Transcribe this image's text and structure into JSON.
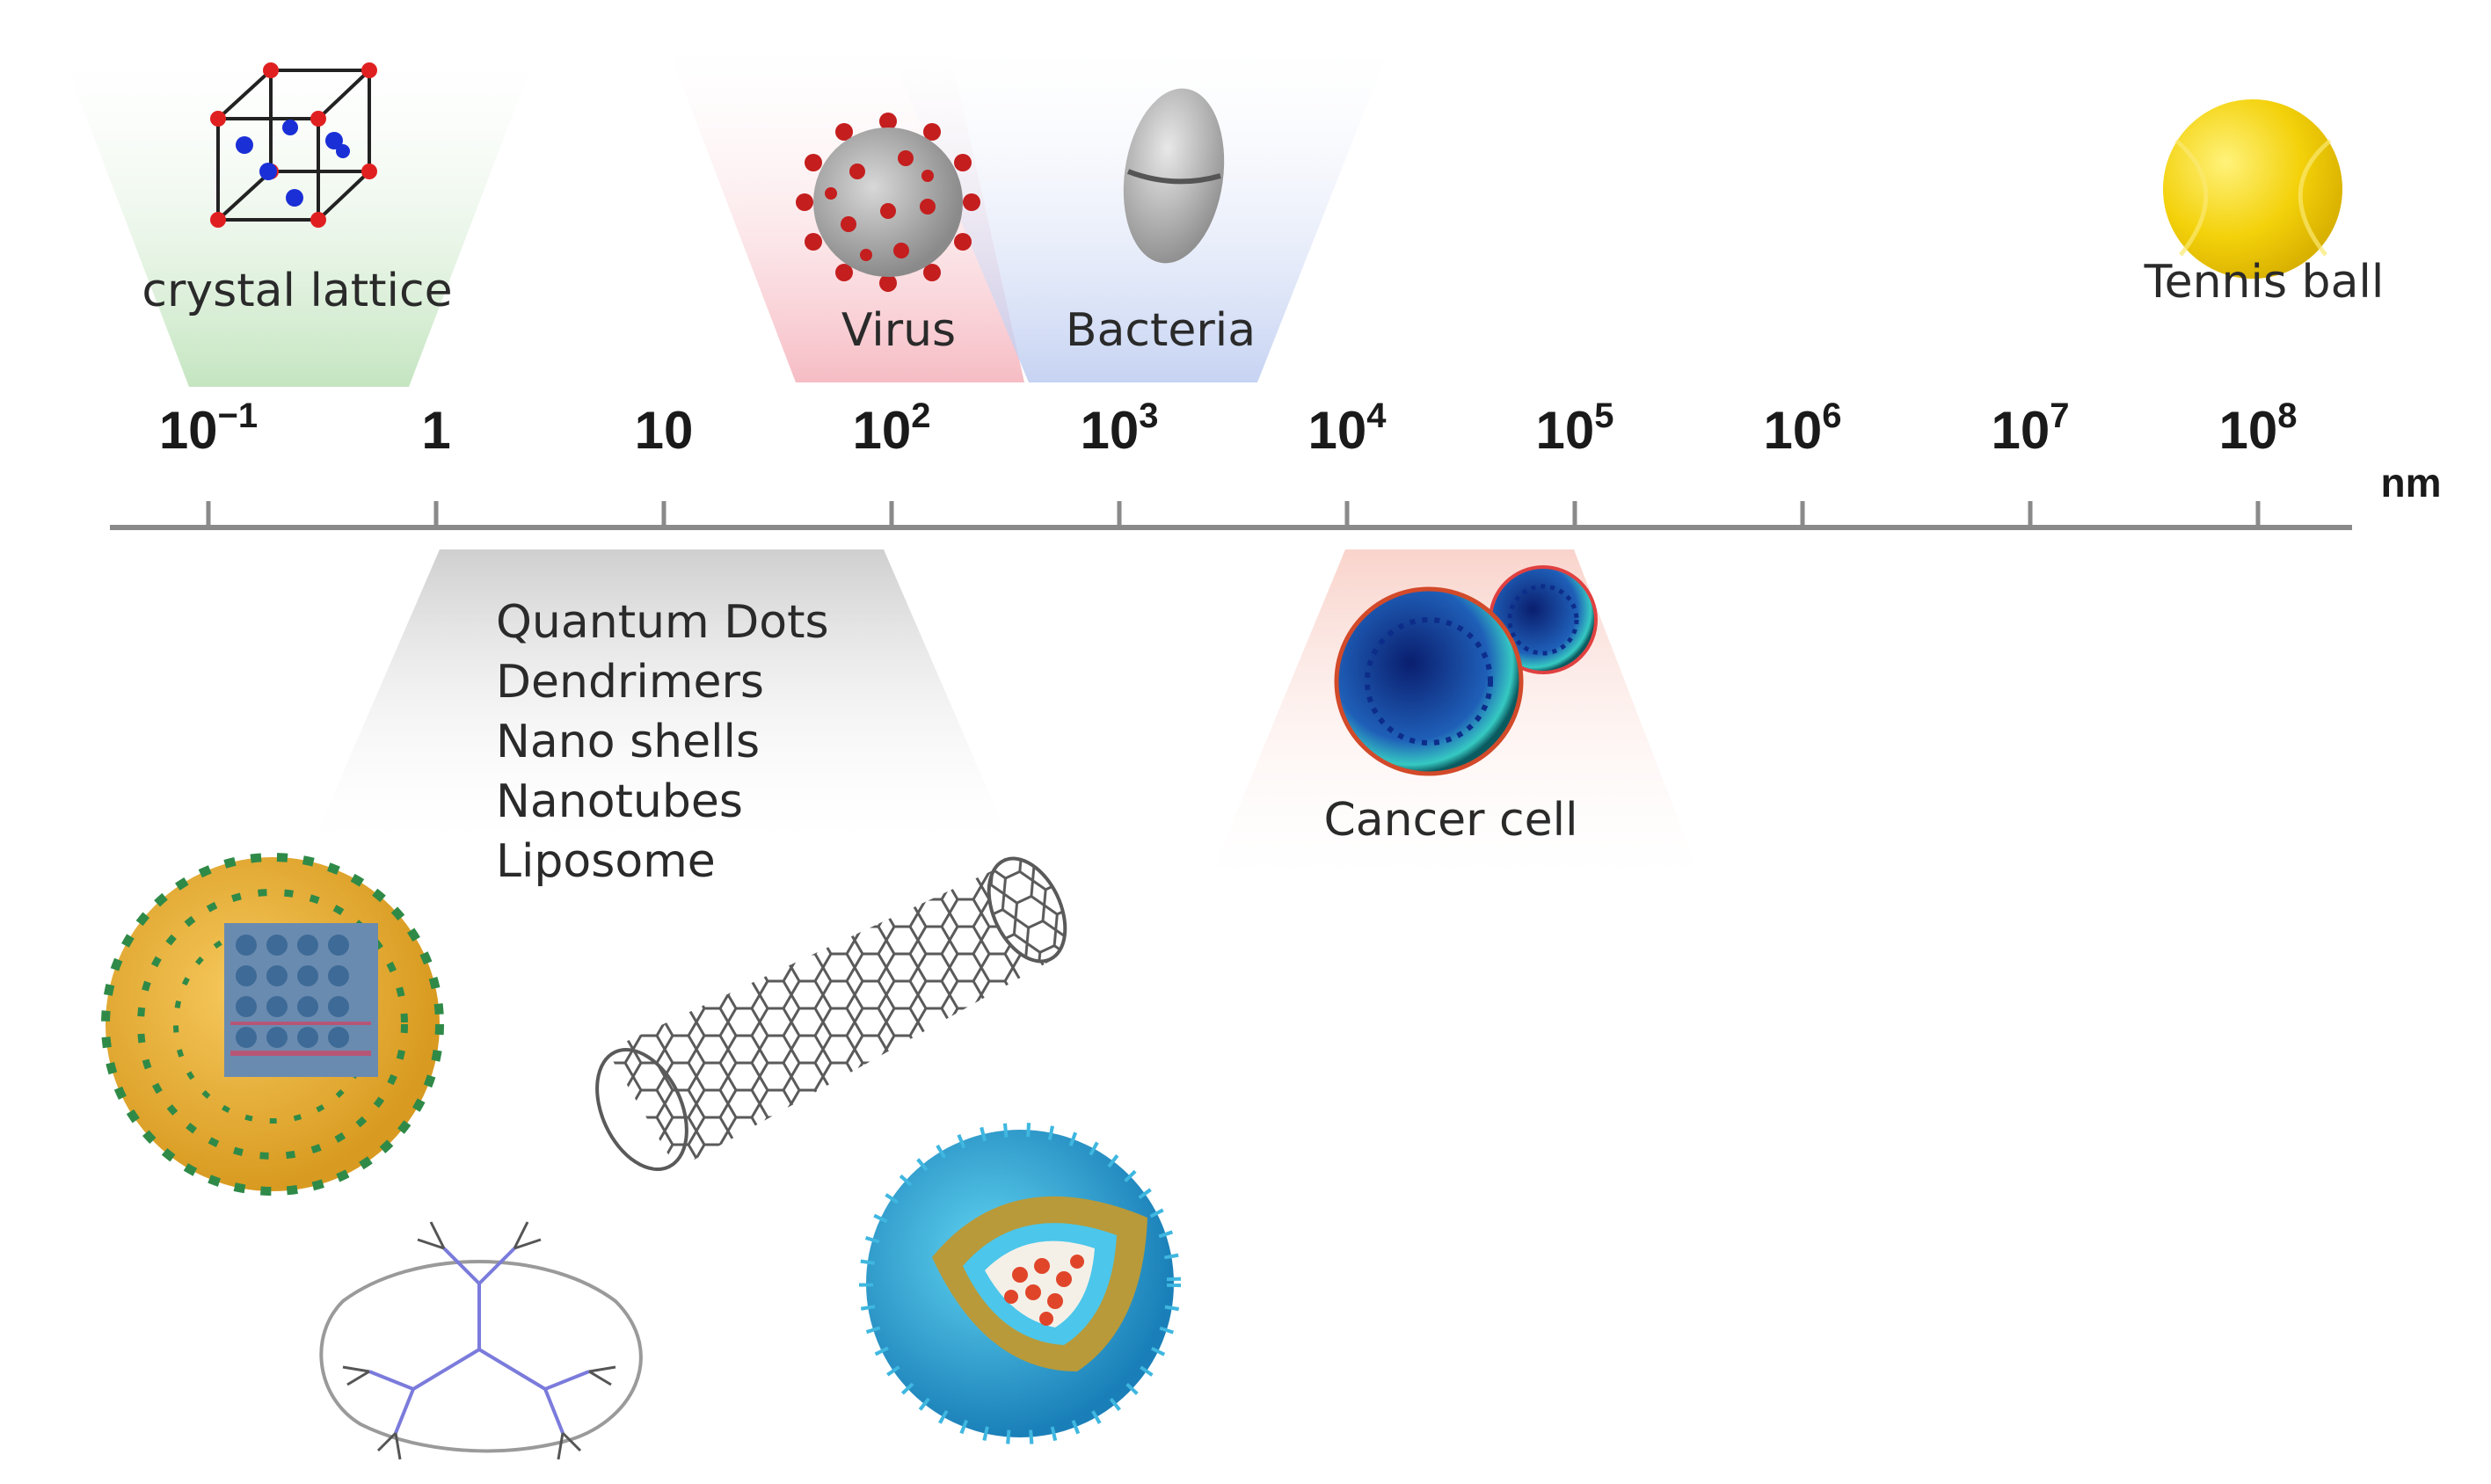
{
  "axis": {
    "unit": "nm",
    "ticks": [
      {
        "base": "10",
        "exp": "−1"
      },
      {
        "base": "1",
        "exp": ""
      },
      {
        "base": "10",
        "exp": ""
      },
      {
        "base": "10",
        "exp": "2"
      },
      {
        "base": "10",
        "exp": "3"
      },
      {
        "base": "10",
        "exp": "4"
      },
      {
        "base": "10",
        "exp": "5"
      },
      {
        "base": "10",
        "exp": "6"
      },
      {
        "base": "10",
        "exp": "7"
      },
      {
        "base": "10",
        "exp": "8"
      }
    ]
  },
  "objects": {
    "crystal_lattice": "crystal lattice",
    "virus": "Virus",
    "bacteria": "Bacteria",
    "tennis_ball": "Tennis ball",
    "cancer_cell": "Cancer cell"
  },
  "nanomaterials": [
    "Quantum Dots",
    "Dendrimers",
    "Nano shells",
    "Nanotubes",
    "Liposome"
  ],
  "colors": {
    "crystal_band": "#cfe9cc",
    "virus_band": "#f7c6cc",
    "bacteria_band": "#c7d4f2",
    "nano_band": "#d4d4d4",
    "cancer_band": "#fbdcd6",
    "tennis_ball": "#f3d10a",
    "axis": "#8a8a8a"
  }
}
